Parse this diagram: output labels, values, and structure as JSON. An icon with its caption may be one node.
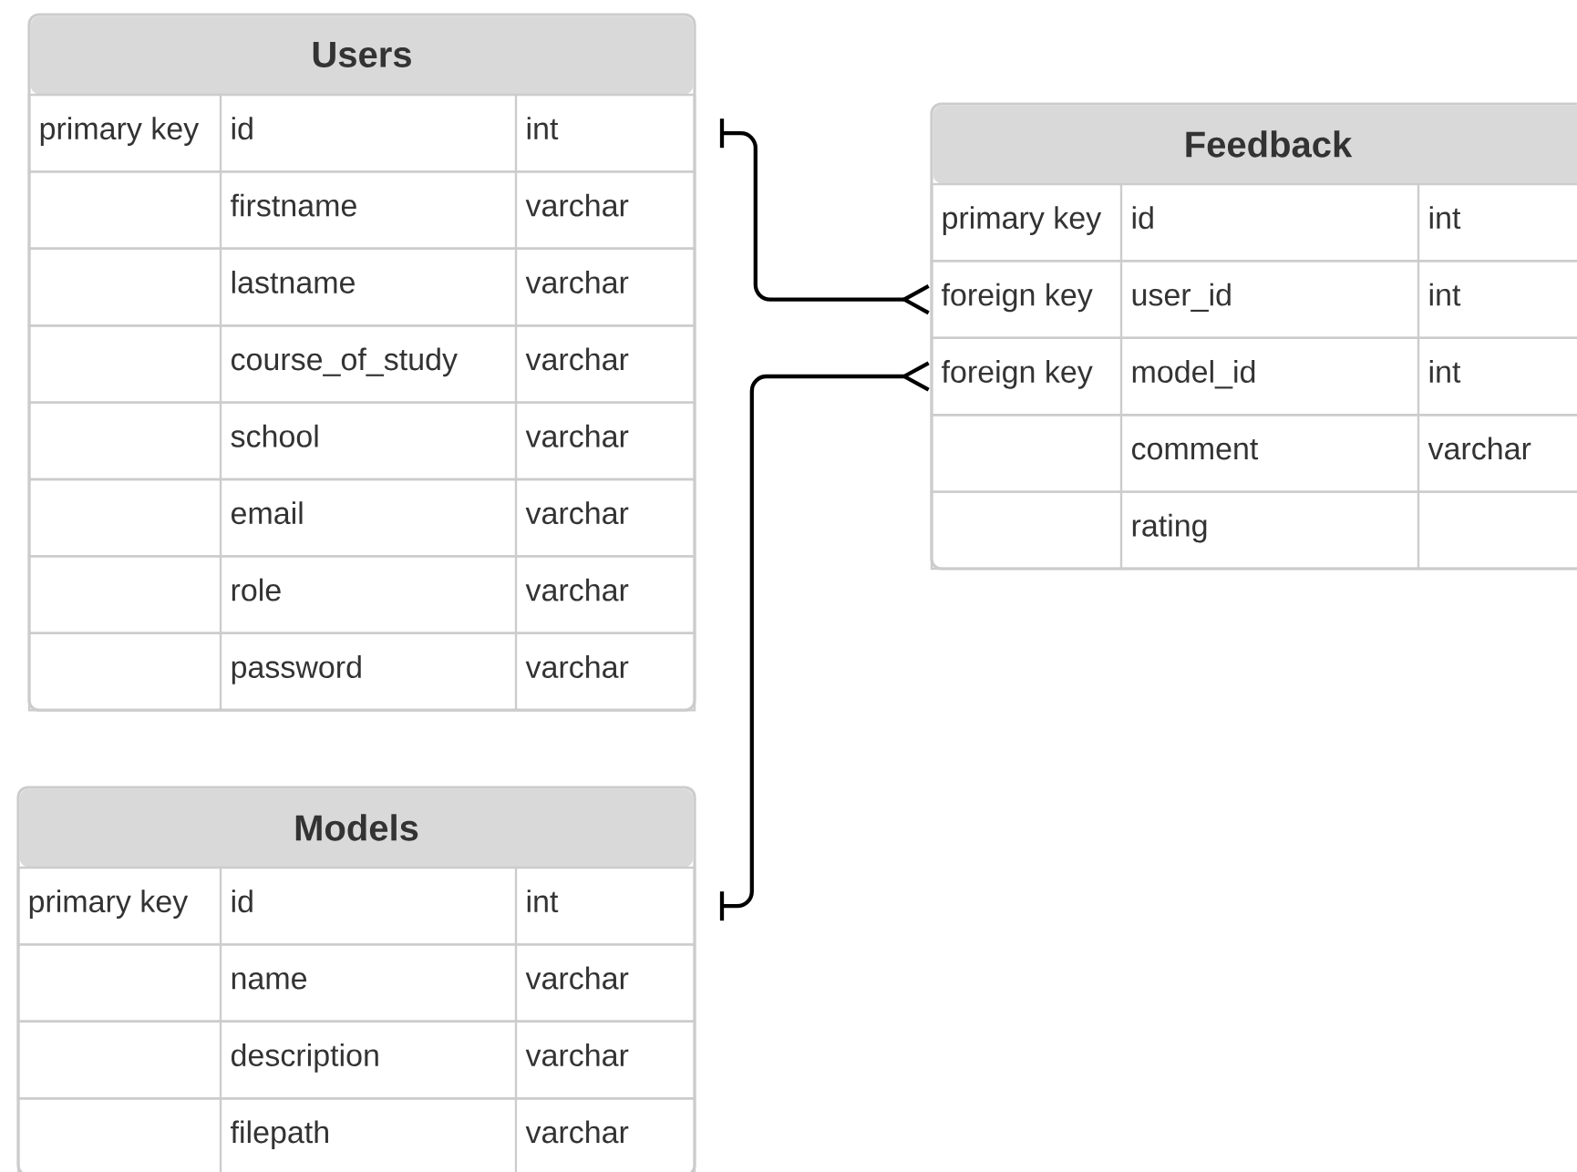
{
  "diagram": {
    "nodes": [
      {
        "text": [
          "Users"
        ]
      },
      {
        "text": [
          "primary key",
          "id",
          "int"
        ],
        "in": 0
      },
      {
        "text": [
          "firstname",
          "varchar"
        ],
        "in": 0
      },
      {
        "text": [
          "lastname",
          "varchar"
        ],
        "in": 0
      },
      {
        "text": [
          "course_of_study",
          "varchar"
        ],
        "in": 0
      },
      {
        "text": [
          "school",
          "varchar"
        ],
        "in": 0
      },
      {
        "text": [
          "email",
          "varchar"
        ],
        "in": 0
      },
      {
        "text": [
          "role",
          "varchar"
        ],
        "in": 0
      },
      {
        "text": [
          "password",
          "varchar"
        ],
        "in": 0
      },
      {
        "text": [
          "Feedback"
        ]
      },
      {
        "text": [
          "primary key",
          "id",
          "int"
        ],
        "in": 9
      },
      {
        "text": [
          "foreign key",
          "user_id",
          "int"
        ],
        "in": 9
      },
      {
        "text": [
          "foreign key",
          "model_id",
          "int"
        ],
        "in": 9
      },
      {
        "text": [
          "comment",
          "varchar"
        ],
        "in": 9
      },
      {
        "text": [
          "rating"
        ],
        "in": 9
      },
      {
        "text": [
          "Models"
        ]
      },
      {
        "text": [
          "primary key",
          "id",
          "int"
        ],
        "in": 15
      },
      {
        "text": [
          "name",
          "varchar"
        ],
        "in": 15
      },
      {
        "text": [
          "description",
          "varchar"
        ],
        "in": 15
      },
      {
        "text": [
          "filepath",
          "varchar"
        ],
        "in": 15
      }
    ],
    "edges": [
      {
        "from": 1,
        "to": 11,
        "arrow": "other"
      },
      {
        "from": 16,
        "to": 12,
        "arrow": "other"
      }
    ]
  }
}
